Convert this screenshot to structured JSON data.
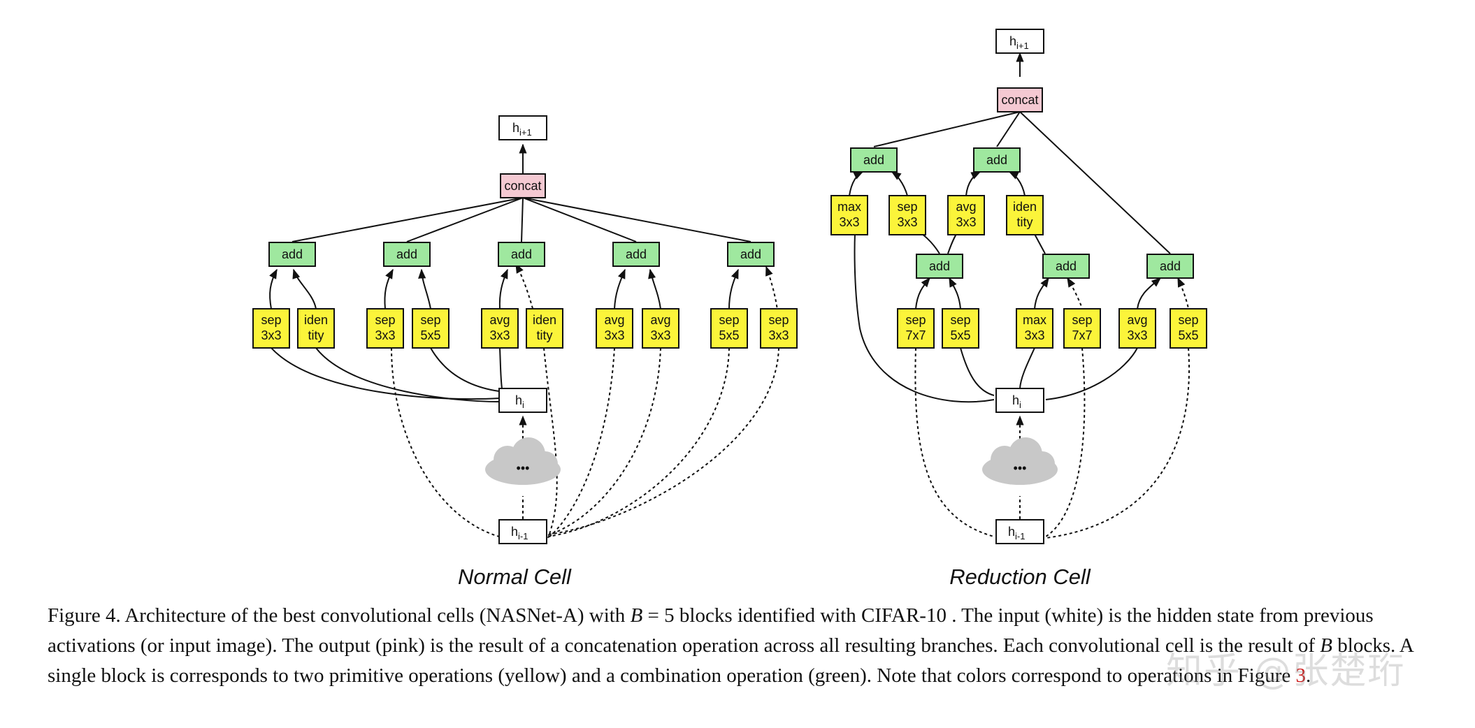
{
  "figure": {
    "normal_title": "Normal Cell",
    "reduction_title": "Reduction Cell",
    "nodes": {
      "h_next": {
        "base": "h",
        "sub": "i+1"
      },
      "h_i": {
        "base": "h",
        "sub": "i"
      },
      "h_prev": {
        "base": "h",
        "sub": "i-1"
      },
      "concat": "concat",
      "add": "add",
      "dots": "•••"
    },
    "normal_ops": [
      [
        "sep",
        "3x3"
      ],
      [
        "iden",
        "tity"
      ],
      [
        "sep",
        "3x3"
      ],
      [
        "sep",
        "5x5"
      ],
      [
        "avg",
        "3x3"
      ],
      [
        "iden",
        "tity"
      ],
      [
        "avg",
        "3x3"
      ],
      [
        "avg",
        "3x3"
      ],
      [
        "sep",
        "5x5"
      ],
      [
        "sep",
        "3x3"
      ]
    ],
    "reduction_ops_top": [
      [
        "max",
        "3x3"
      ],
      [
        "sep",
        "3x3"
      ],
      [
        "avg",
        "3x3"
      ],
      [
        "iden",
        "tity"
      ]
    ],
    "reduction_ops_bottom": [
      [
        "sep",
        "7x7"
      ],
      [
        "sep",
        "5x5"
      ],
      [
        "max",
        "3x3"
      ],
      [
        "sep",
        "7x7"
      ],
      [
        "avg",
        "3x3"
      ],
      [
        "sep",
        "5x5"
      ]
    ]
  },
  "colors": {
    "input": "#ffffff",
    "output": "#f4c9d2",
    "combine": "#9fe89f",
    "primitive": "#fbf43a",
    "cloud": "#c8c8c8"
  },
  "caption": {
    "p1": "Figure 4. Architecture of the best convolutional cells (NASNet-A) with ",
    "m1": "B",
    "p2": " = 5 blocks identified with CIFAR-10 . The input (white) is the hidden state from previous activations (or input image). The output (pink) is the result of a concatenation operation across all resulting branches. Each convolutional cell is the result of ",
    "m2": "B",
    "p3": " blocks. A single block is corresponds to two primitive operations (yellow) and a combination operation (green). Note that colors correspond to operations in Figure ",
    "ref": "3",
    "p4": "."
  },
  "watermark": "知乎 @张楚珩"
}
